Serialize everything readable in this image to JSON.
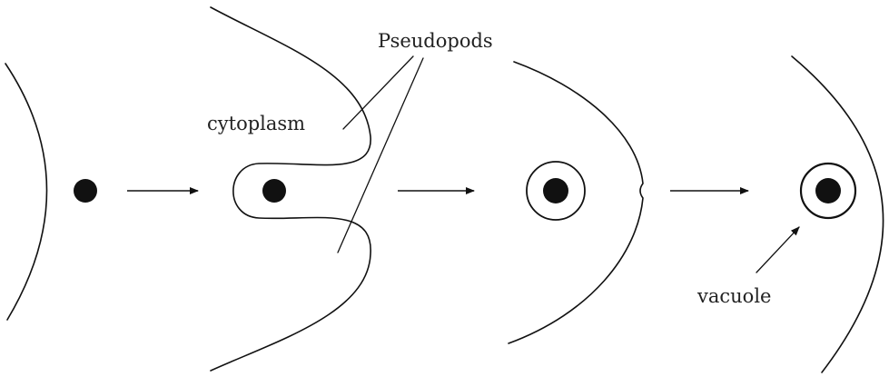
{
  "labels": {
    "pseudopods": "Pseudopods",
    "cytoplasm": "cytoplasm",
    "vacuole": "vacuole"
  },
  "colors": {
    "ink": "#111111",
    "text": "#222222",
    "background": "#ffffff"
  }
}
